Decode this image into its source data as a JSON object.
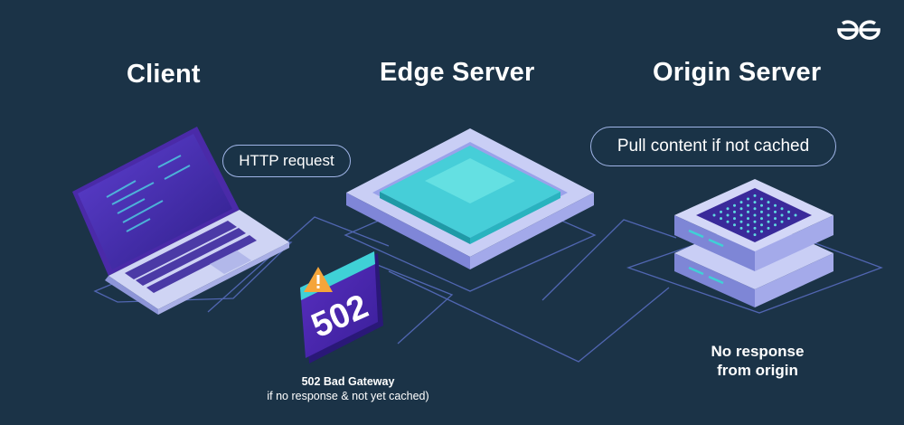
{
  "headings": {
    "client": "Client",
    "edge": "Edge Server",
    "origin": "Origin Server"
  },
  "labels": {
    "http_request": "HTTP  request",
    "pull_content": "Pull content if not cached"
  },
  "error": {
    "code": "502",
    "title": "502 Bad Gateway",
    "subtitle": "if no response & not yet cached)"
  },
  "origin_note": {
    "line1": "No response",
    "line2": "from origin"
  },
  "icons": [
    "geeksforgeeks-logo-icon",
    "laptop-icon",
    "edge-server-icon",
    "warning-icon",
    "error-card-icon",
    "origin-server-icon"
  ],
  "colors": {
    "background": "#1b3347",
    "accent": "#6c3ad0",
    "edge_core": "#3fd1d6",
    "warning": "#f5a53a",
    "panel": "#c9cef5"
  }
}
